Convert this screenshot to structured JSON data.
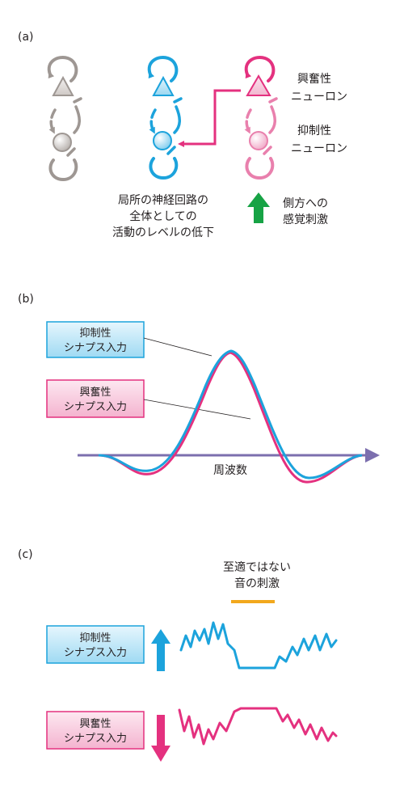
{
  "panel_a": {
    "label": "(a)",
    "excitatory_label_1": "興奮性",
    "excitatory_label_2": "ニューロン",
    "inhibitory_label_1": "抑制性",
    "inhibitory_label_2": "ニューロン",
    "caption_line1": "局所の神経回路の",
    "caption_line2": "全体としての",
    "caption_line3": "活動のレベルの低下",
    "stimulus_line1": "側方への",
    "stimulus_line2": "感覚刺激"
  },
  "panel_b": {
    "label": "(b)",
    "inhibitory_box_line1": "抑制性",
    "inhibitory_box_line2": "シナプス入力",
    "excitatory_box_line1": "興奮性",
    "excitatory_box_line2": "シナプス入力",
    "axis_label": "周波数"
  },
  "panel_c": {
    "label": "(c)",
    "stimulus_line1": "至適ではない",
    "stimulus_line2": "音の刺激",
    "inhibitory_box_line1": "抑制性",
    "inhibitory_box_line2": "シナプス入力",
    "excitatory_box_line1": "興奮性",
    "excitatory_box_line2": "シナプス入力"
  },
  "colors": {
    "gray": "#9e9793",
    "blue": "#1ca3dc",
    "magenta": "#e4317f",
    "pink": "#e980ad",
    "green": "#17a345",
    "purple": "#7c6fae",
    "orange": "#f2a81d"
  }
}
